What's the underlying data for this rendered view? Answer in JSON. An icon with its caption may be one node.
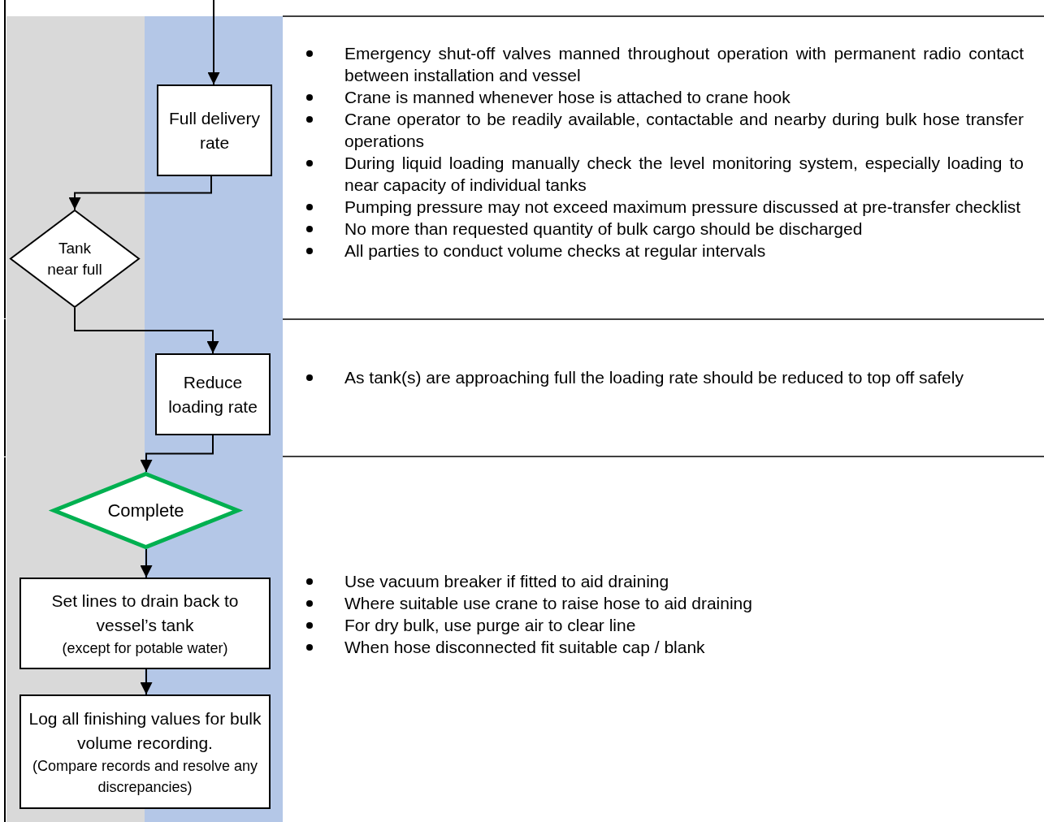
{
  "diagram": {
    "nodes": [
      {
        "text": [
          "Full delivery rate"
        ]
      },
      {
        "text": [
          "Tank near full"
        ]
      },
      {
        "text": [
          "Reduce loading rate"
        ]
      },
      {
        "text": [
          "Complete"
        ]
      },
      {
        "text": [
          "Set lines to drain back to vessel’s tank",
          "(except for potable water)"
        ]
      },
      {
        "text": [
          "Log all finishing values for bulk volume recording.",
          "(Compare records and resolve any discrepancies)"
        ]
      }
    ],
    "edges": [
      {
        "from": null,
        "to": 0,
        "arrow": "to"
      },
      {
        "from": 0,
        "to": 1,
        "arrow": "to"
      },
      {
        "from": 1,
        "to": 2,
        "arrow": "to"
      },
      {
        "from": 2,
        "to": 3,
        "arrow": "to"
      },
      {
        "from": 3,
        "to": 4,
        "arrow": "to"
      },
      {
        "from": 4,
        "to": 5,
        "arrow": "to"
      }
    ],
    "labels": [
      "Emergency shut-off valves manned throughout operation with permanent radio contact between installation and vessel",
      "Crane is manned whenever hose is attached to crane hook",
      "Crane operator to be readily available, contactable and nearby during bulk hose transfer operations",
      "During liquid loading manually check the level monitoring system, especially loading to near capacity of individual tanks",
      "Pumping pressure may not exceed maximum pressure discussed at pre-transfer checklist",
      "No more than requested quantity of bulk cargo should be discharged",
      "All parties to conduct volume checks at regular intervals",
      "As tank(s) are approaching full the loading rate should be reduced to top off safely",
      "Use vacuum breaker if fitted to aid draining",
      "Where suitable use crane to raise hose to aid draining",
      "For dry bulk, use purge air to clear line",
      "When hose disconnected fit suitable cap / blank"
    ]
  }
}
